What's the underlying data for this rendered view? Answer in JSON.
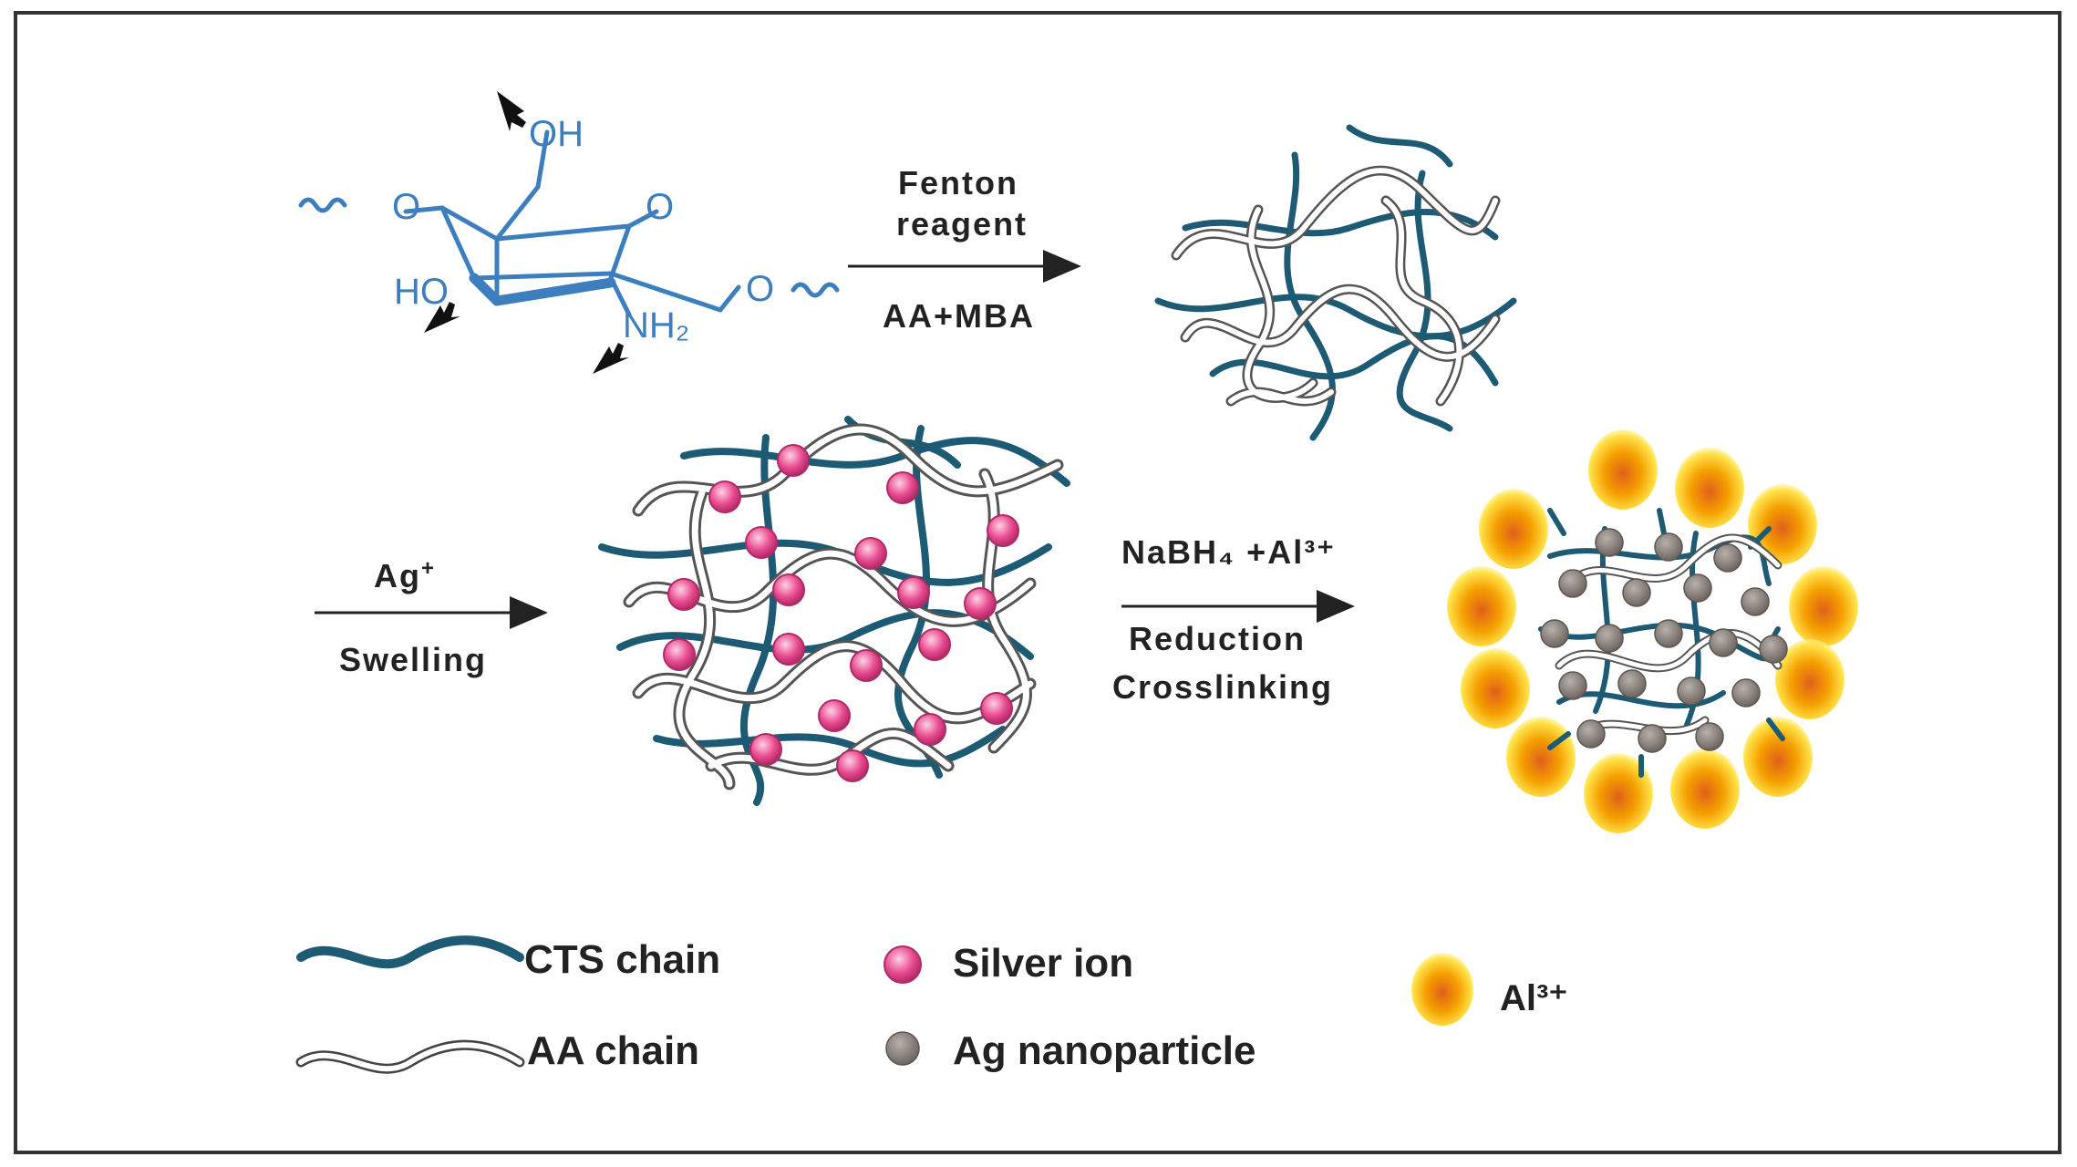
{
  "step1": {
    "above_line1": "Fenton",
    "above_line2": "reagent",
    "below": "AA+MBA"
  },
  "step2": {
    "above_base": "Ag",
    "above_sup": "+",
    "below": "Swelling"
  },
  "step3": {
    "above": "NaBH₄ +Al³⁺",
    "below_line1": "Reduction",
    "below_line2": "Crosslinking"
  },
  "chitosan": {
    "oh_top": "OH",
    "ho_left": "HO",
    "nh2": "NH₂",
    "o_ring": "O",
    "o_left": "O",
    "o_right": "O"
  },
  "legend": {
    "cts": "CTS chain",
    "aa": "AA chain",
    "silver_ion": "Silver ion",
    "ag_np": "Ag nanoparticle",
    "al": "Al³⁺"
  },
  "colors": {
    "cts_chain": "#1d5a73",
    "aa_chain": "#ffffff",
    "silver_ion": "#e84b8f",
    "ag_nanoparticle": "#8a817c",
    "al_ion": "#f5a000",
    "chitosan": "#3d7ebf"
  }
}
